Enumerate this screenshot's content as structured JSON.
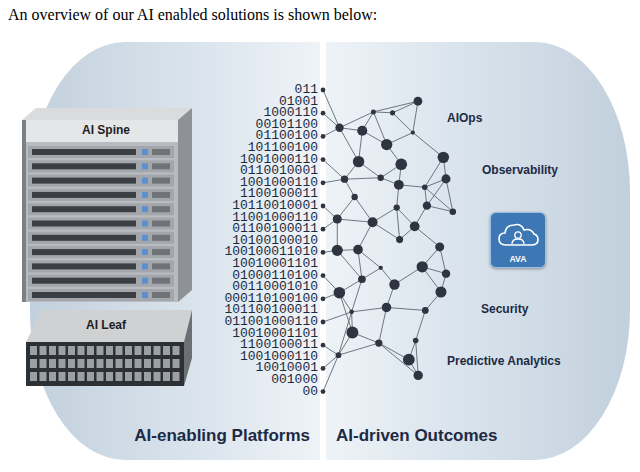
{
  "diagram": {
    "title": "An overview of our AI enabled solutions is shown below:",
    "nodes": [
      {
        "text": [
          "AI-enabling Platforms"
        ]
      },
      {
        "text": [
          "AI-driven Outcomes"
        ]
      },
      {
        "text": [
          "AVA"
        ],
        "in": 1
      }
    ],
    "labels": [
      "AI Spine",
      "AI Leaf",
      "011",
      "01001",
      "1000110",
      "00101100",
      "01100100",
      "101100100",
      "1001000110",
      "0110010001",
      "1001000110",
      "1100100011",
      "10110010001",
      "11001000110",
      "01100100011",
      "10100100010",
      "100100011010",
      "10010001101",
      "01000110100",
      "00110001010",
      "000110100100",
      "101100100011",
      "011001000110",
      "10010001101",
      "1100100011",
      "1001000110",
      "10010001",
      "001000",
      "00",
      "AIOps",
      "Observability",
      "Security",
      "Predictive Analytics"
    ]
  }
}
